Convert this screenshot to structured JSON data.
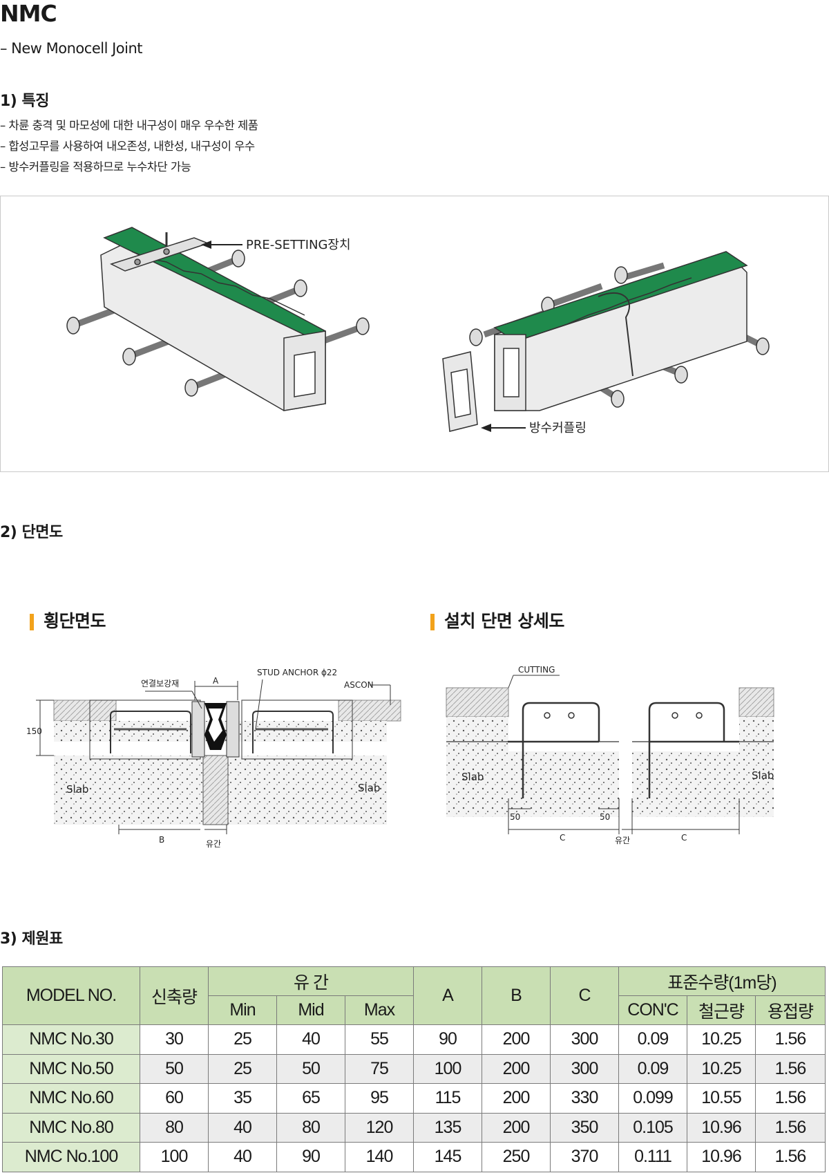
{
  "header": {
    "title": "NMC",
    "subtitle": "– New Monocell Joint"
  },
  "features": {
    "heading": "1) 특징",
    "items": [
      "– 차륜 충격 및 마모성에 대한 내구성이 매우 우수한 제품",
      "– 합성고무를 사용하여 내오존성, 내한성, 내구성이 우수",
      "– 방수커플링을 적용하므로 누수차단 가능"
    ],
    "figure_labels": {
      "presetting": "PRE-SETTING장치",
      "coupling": "방수커플링"
    }
  },
  "section": {
    "heading": "2) 단면도",
    "left_title": "횡단면도",
    "right_title": "설치 단면 상세도",
    "left_labels": {
      "reinforce": "연결보강재",
      "stud": "STUD  ANCHOR  ϕ22",
      "ascon": "ASCON",
      "a": "A",
      "b": "B",
      "gap": "유간",
      "h150": "150",
      "slab_left": "Slab",
      "slab_right": "Slab"
    },
    "right_labels": {
      "cutting": "CUTTING",
      "slab_left": "Slab",
      "slab_right": "Slab",
      "d50a": "50",
      "d50b": "50",
      "c_left": "C",
      "c_right": "C",
      "gap": "유간"
    }
  },
  "spec": {
    "heading": "3) 제원표",
    "headers": {
      "model": "MODEL NO.",
      "expansion": "신축량",
      "gap": "유          간",
      "min": "Min",
      "mid": "Mid",
      "max": "Max",
      "a": "A",
      "b": "B",
      "c": "C",
      "std": "표준수량(1m당)",
      "conc": "CON'C",
      "rebar": "철근량",
      "weld": "용접량"
    },
    "rows": [
      [
        "NMC No.30",
        "30",
        "25",
        "40",
        "55",
        "90",
        "200",
        "300",
        "0.09",
        "10.25",
        "1.56"
      ],
      [
        "NMC No.50",
        "50",
        "25",
        "50",
        "75",
        "100",
        "200",
        "300",
        "0.09",
        "10.25",
        "1.56"
      ],
      [
        "NMC No.60",
        "60",
        "35",
        "65",
        "95",
        "115",
        "200",
        "330",
        "0.099",
        "10.55",
        "1.56"
      ],
      [
        "NMC No.80",
        "80",
        "40",
        "80",
        "120",
        "135",
        "200",
        "350",
        "0.105",
        "10.96",
        "1.56"
      ],
      [
        "NMC No.100",
        "100",
        "40",
        "90",
        "140",
        "145",
        "250",
        "370",
        "0.111",
        "10.96",
        "1.56"
      ]
    ]
  },
  "colors": {
    "accent_bar": "#f2a21b",
    "table_header": "#c9dfb3",
    "model_cell": "#dcebcf",
    "rubber_green": "#1f8a4c"
  }
}
